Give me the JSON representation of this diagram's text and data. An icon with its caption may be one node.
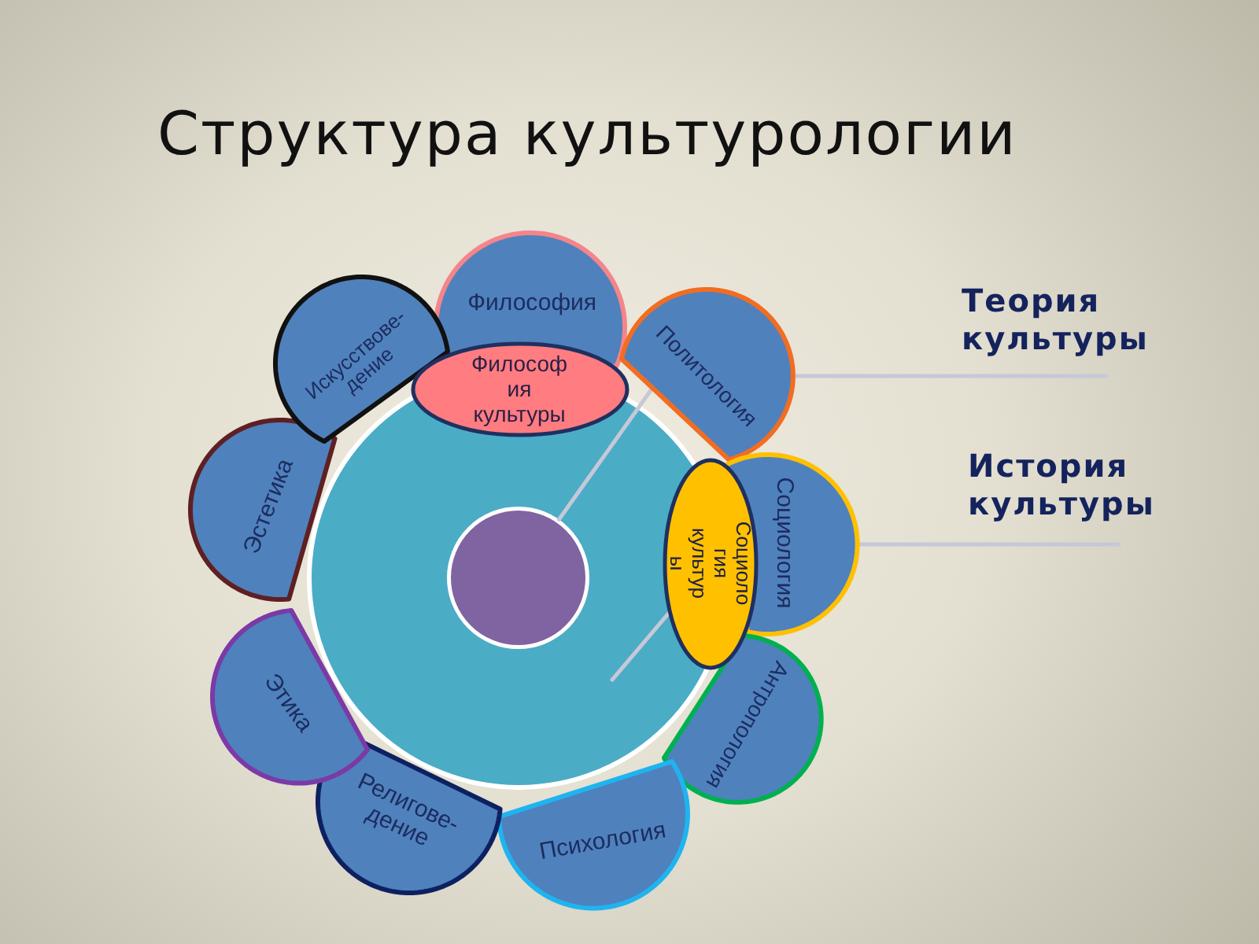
{
  "diagram": {
    "title": "Структура культурологии",
    "nodes": [
      {
        "text": [],
        "shape": "circle"
      },
      {
        "text": [],
        "shape": "circle",
        "in": 0
      },
      {
        "text": [
          "Философия"
        ]
      },
      {
        "text": [
          "Политология"
        ]
      },
      {
        "text": [
          "Социология"
        ]
      },
      {
        "text": [
          "Антропология"
        ]
      },
      {
        "text": [
          "Психология"
        ]
      },
      {
        "text": [
          "Религове- дение"
        ]
      },
      {
        "text": [
          "Этика"
        ]
      },
      {
        "text": [
          "Эстетика"
        ]
      },
      {
        "text": [
          "Искусствове- дение"
        ]
      },
      {
        "text": [
          "Философ ия культуры"
        ]
      },
      {
        "text": [
          "Социоло гия культур ы"
        ]
      },
      {
        "text": [
          "Теория культуры"
        ]
      },
      {
        "text": [
          "История культуры"
        ]
      }
    ],
    "edges": [
      {
        "from": 13,
        "to": 1,
        "arrow": "none"
      },
      {
        "from": 14,
        "to": 0,
        "arrow": "none"
      }
    ]
  }
}
